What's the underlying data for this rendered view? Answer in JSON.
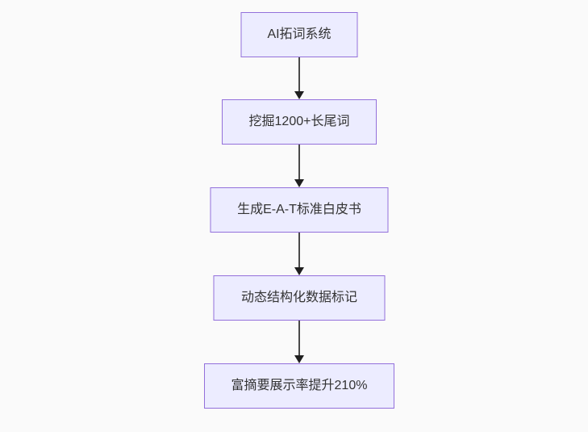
{
  "diagram": {
    "type": "flowchart-top-down",
    "background_color": "#fafafa",
    "node_fill_color": "#ECECFF",
    "node_border_color": "#9370DB",
    "node_text_color": "#333333",
    "arrow_color": "#333333",
    "nodes": [
      {
        "label": "AI拓词系统"
      },
      {
        "label": "挖掘1200+长尾词"
      },
      {
        "label": "生成E-A-T标准白皮书"
      },
      {
        "label": "动态结构化数据标记"
      },
      {
        "label": "富摘要展示率提升210%"
      }
    ],
    "edges": [
      {
        "from": 0,
        "to": 1
      },
      {
        "from": 1,
        "to": 2
      },
      {
        "from": 2,
        "to": 3
      },
      {
        "from": 3,
        "to": 4
      }
    ]
  }
}
